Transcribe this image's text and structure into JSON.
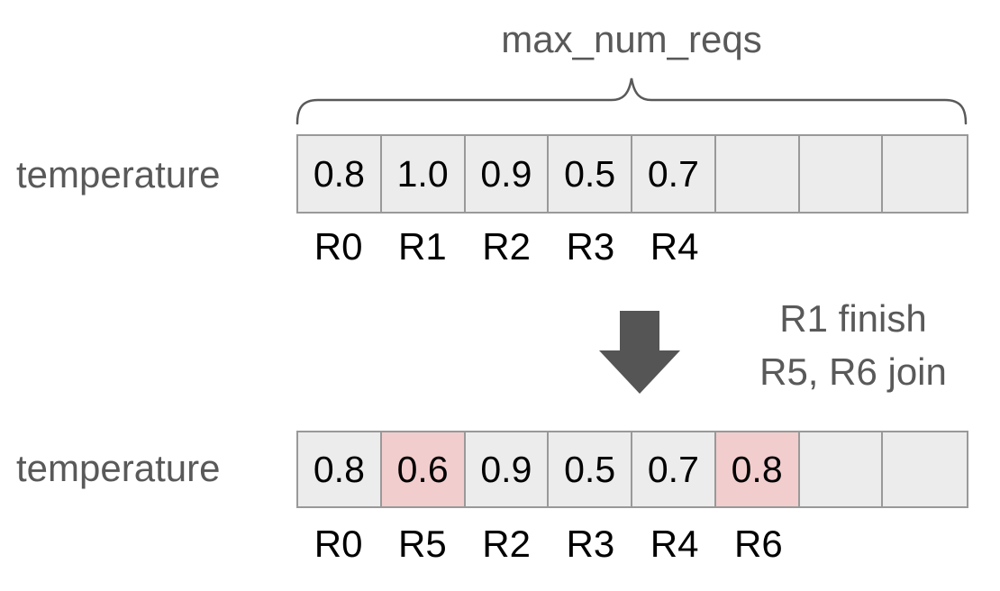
{
  "colors": {
    "text_gray": "#595959",
    "text_black": "#000000",
    "cell_fill": "#ececec",
    "highlight_fill": "#f2cdcd",
    "cell_border": "#999999",
    "brace_stroke": "#595959",
    "arrow_fill": "#555555"
  },
  "brace": {
    "label": "max_num_reqs"
  },
  "transition": {
    "lines": [
      "R1 finish",
      "R5, R6 join"
    ]
  },
  "top_array": {
    "label": "temperature",
    "cells": [
      {
        "value": "0.8",
        "highlight": false
      },
      {
        "value": "1.0",
        "highlight": false
      },
      {
        "value": "0.9",
        "highlight": false
      },
      {
        "value": "0.5",
        "highlight": false
      },
      {
        "value": "0.7",
        "highlight": false
      },
      {
        "value": "",
        "highlight": false
      },
      {
        "value": "",
        "highlight": false
      },
      {
        "value": "",
        "highlight": false
      }
    ],
    "request_labels": [
      "R0",
      "R1",
      "R2",
      "R3",
      "R4",
      "",
      "",
      ""
    ]
  },
  "bottom_array": {
    "label": "temperature",
    "cells": [
      {
        "value": "0.8",
        "highlight": false
      },
      {
        "value": "0.6",
        "highlight": true
      },
      {
        "value": "0.9",
        "highlight": false
      },
      {
        "value": "0.5",
        "highlight": false
      },
      {
        "value": "0.7",
        "highlight": false
      },
      {
        "value": "0.8",
        "highlight": true
      },
      {
        "value": "",
        "highlight": false
      },
      {
        "value": "",
        "highlight": false
      }
    ],
    "request_labels": [
      "R0",
      "R5",
      "R2",
      "R3",
      "R4",
      "R6",
      "",
      ""
    ]
  }
}
